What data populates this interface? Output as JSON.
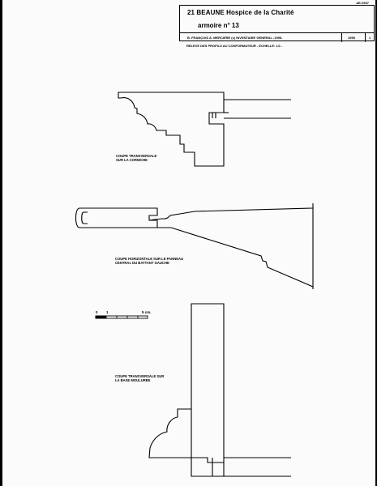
{
  "sheet_ref": "AE-0937",
  "title": {
    "location": "21 BEAUNE  Hospice de la Charité",
    "object": "armoire n° 13"
  },
  "info_row": {
    "author": "B. FRANÇOIS  A. MERCIERE  (c) INVENTAIRE GENERAL  -1995-",
    "year": "1995",
    "sheet": "1"
  },
  "subtitle": "RELEVE DES PROFILS AU CONFORMATEUR  -  ECHELLE: 1/1  -",
  "profiles": {
    "cornice": "COUPE TRANSVERSALE\nSUR LA CORNICHE",
    "panel": "COUPE HORIZONTALE SUR LE PANNEAU\nCENTRAL DU BATTANT GAUCHE",
    "base": "COUPE TRANSVERSALE SUR\nLA BASE MOULUREE"
  },
  "scale_bar": {
    "start": "0",
    "mid": "1",
    "end": "5 cm."
  }
}
